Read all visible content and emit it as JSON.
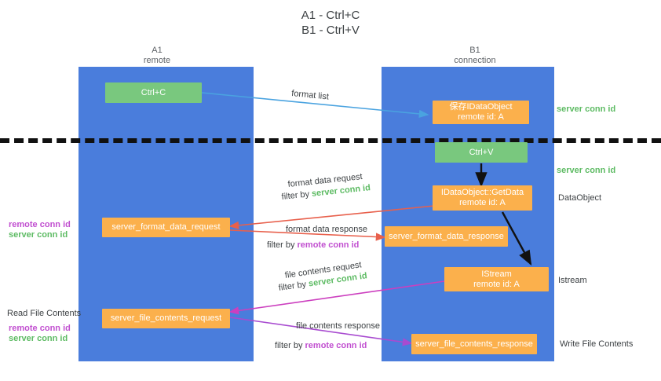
{
  "title": {
    "line1": "A1 - Ctrl+C",
    "line2": "B1 - Ctrl+V"
  },
  "lanes": [
    {
      "name": "A1",
      "sub": "remote"
    },
    {
      "name": "B1",
      "sub": "connection"
    }
  ],
  "nodes": {
    "ctrl_c": {
      "l1": "Ctrl+C",
      "l2": ""
    },
    "data_object_remote": {
      "l1": "保存IDataObject",
      "l2": "remote id: A"
    },
    "ctrl_v": {
      "l1": "Ctrl+V",
      "l2": ""
    },
    "get_data": {
      "l1": "IDataObject::GetData",
      "l2": "remote id: A"
    },
    "format_data_request": {
      "l1": "server_format_data_request",
      "l2": ""
    },
    "format_data_response": {
      "l1": "server_format_data_response",
      "l2": ""
    },
    "istream": {
      "l1": "IStream",
      "l2": "remote id: A"
    },
    "file_contents_request": {
      "l1": "server_file_contents_request",
      "l2": ""
    },
    "file_contents_response": {
      "l1": "server_file_contents_response",
      "l2": ""
    }
  },
  "edges": {
    "format_list": "format list",
    "format_data_request_l1": "format data request",
    "format_data_request_filter_pre": "filter by ",
    "format_data_request_filter_key": "server conn id",
    "format_data_response_l1": "format data response",
    "format_data_response_filter_pre": "filter by ",
    "format_data_response_filter_key": "remote conn id",
    "file_contents_request_l1": "file contents request",
    "file_contents_request_filter_pre": "filter by ",
    "file_contents_request_filter_key": "server conn id",
    "file_contents_response_l1": "file contents response",
    "file_contents_response_filter_pre": "filter by ",
    "file_contents_response_filter_key": "remote conn id"
  },
  "right_annotations": {
    "server_conn_id_top": "server conn id",
    "server_conn_id_mid": "server conn id",
    "data_object": "DataObject",
    "istream": "Istream",
    "write_file_contents": "Write File Contents"
  },
  "left_annotations": {
    "remote_conn_id_1": "remote conn id",
    "server_conn_id_1": "server conn id",
    "read_file_contents": "Read File Contents",
    "remote_conn_id_2": "remote conn id",
    "server_conn_id_2": "server conn id"
  },
  "colors": {
    "lane": "#4a7ddc",
    "orange": "#fbb04c",
    "green_node": "#79c87e",
    "green_text": "#5dbb63",
    "purple_text": "#c14fd0",
    "blue_arrow": "#4aa3e0",
    "red_arrow": "#e8604c",
    "magenta_arrow": "#cc3fbf",
    "purple_arrow": "#a84bd0",
    "black_arrow": "#111111"
  }
}
